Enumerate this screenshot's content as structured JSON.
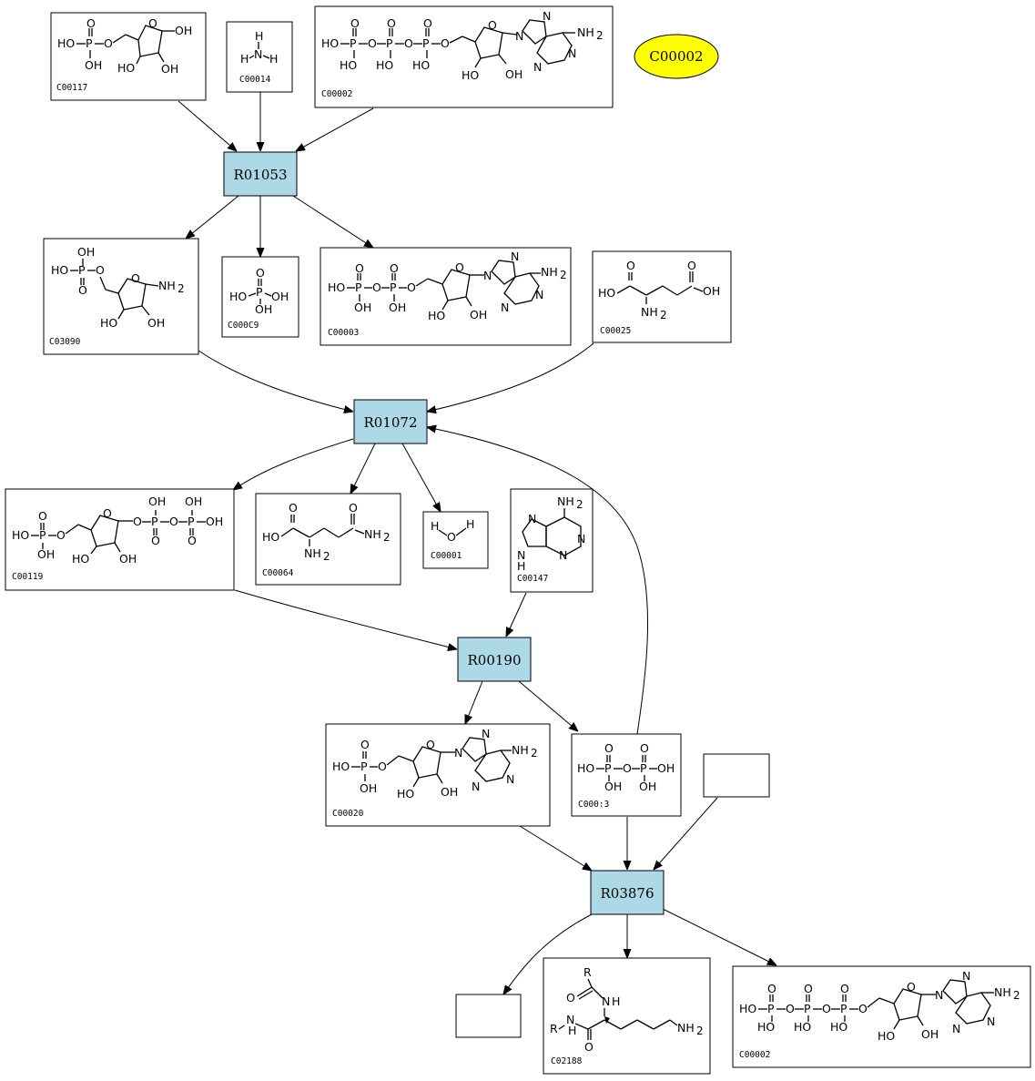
{
  "reactions": [
    {
      "id": "R01053",
      "label": "R01053"
    },
    {
      "id": "R01072",
      "label": "R01072"
    },
    {
      "id": "R00190",
      "label": "R00190"
    },
    {
      "id": "R03876",
      "label": "R03876"
    }
  ],
  "compounds": {
    "c00117": "C00117",
    "c00014": "C00014",
    "c00002_top": "C00002",
    "c03090": "C03090",
    "c00009": "C000C9",
    "c00003": "C00003",
    "c00025": "C00025",
    "c00119": "C00119",
    "c00064": "C00064",
    "c00001": "C00001",
    "c00147": "C00147",
    "c00020": "C00020",
    "c00013": "C000:3",
    "c02188": "C02188",
    "c00002_bottom": "C00002"
  },
  "highlight": {
    "label": "C00002",
    "color": "#ffff00"
  },
  "colors": {
    "reaction_fill": "#add8e6",
    "highlight_fill": "#ffff00"
  },
  "atoms": {
    "HO": "HO",
    "OH": "OH",
    "O": "O",
    "P": "P",
    "N": "N",
    "H": "H",
    "NH2": "NH",
    "sub2": "2",
    "R": "R",
    "Rp": "R'"
  }
}
